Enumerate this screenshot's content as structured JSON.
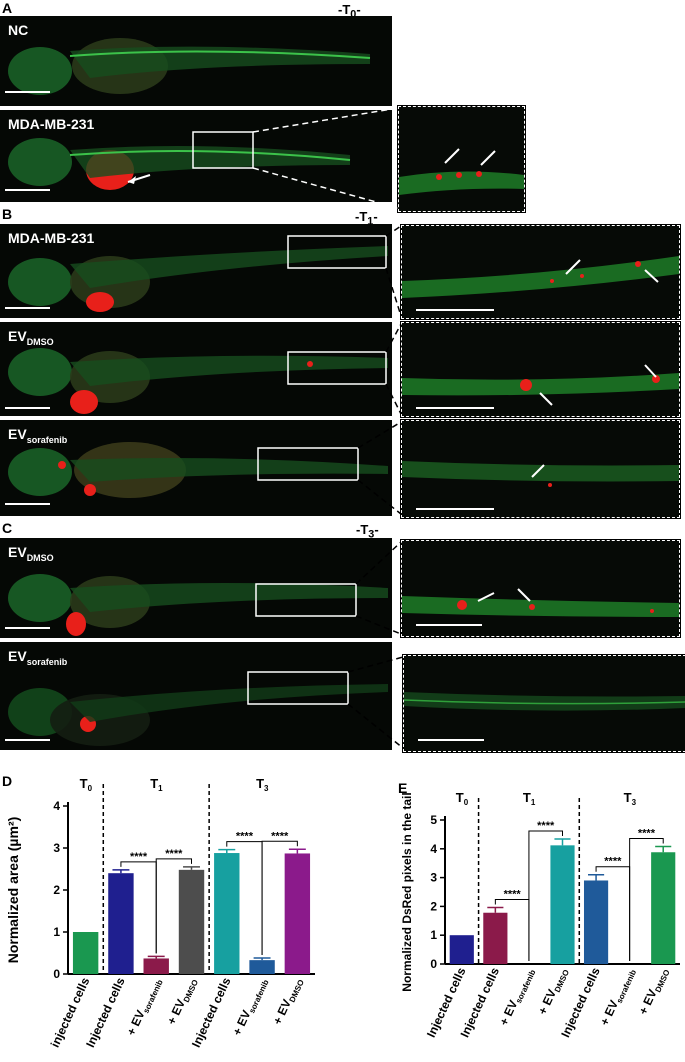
{
  "figure": {
    "panel_a": {
      "letter": "A",
      "time": "-T",
      "time_sub": "0",
      "time_end": "-",
      "rows": [
        {
          "label": "NC"
        },
        {
          "label": "MDA-MB-231"
        }
      ]
    },
    "panel_b": {
      "letter": "B",
      "time": "-T",
      "time_sub": "1",
      "time_end": "-",
      "rows": [
        {
          "label": "MDA-MB-231"
        },
        {
          "label": "EV",
          "sub": "DMSO"
        },
        {
          "label": "EV",
          "sub": "sorafenib"
        }
      ]
    },
    "panel_c": {
      "letter": "C",
      "time": "-T",
      "time_sub": "3",
      "time_end": "-",
      "rows": [
        {
          "label": "EV",
          "sub": "DMSO"
        },
        {
          "label": "EV",
          "sub": "sorafenib"
        }
      ]
    },
    "panel_d": {
      "letter": "D"
    },
    "panel_e": {
      "letter": "E"
    }
  },
  "chart_data": [
    {
      "type": "bar",
      "panel": "D",
      "ylabel": "Normalized area (µm²)",
      "ylim": [
        0,
        4
      ],
      "yticks": [
        0,
        1,
        2,
        3,
        4
      ],
      "groups": [
        {
          "label": "T",
          "sub": "0"
        },
        {
          "label": "T",
          "sub": "1"
        },
        {
          "label": "T",
          "sub": "3"
        }
      ],
      "categories": [
        {
          "main": "injected cells",
          "sub": ""
        },
        {
          "main": "Injected cells",
          "sub": ""
        },
        {
          "main": "+ EV",
          "sub": "sorafenib"
        },
        {
          "main": "+ EV",
          "sub": "DMSO"
        },
        {
          "main": "Injected cells",
          "sub": ""
        },
        {
          "main": "+ EV",
          "sub": "sorafenib"
        },
        {
          "main": "+ EV",
          "sub": "DMSO"
        }
      ],
      "values": [
        1.0,
        2.4,
        0.37,
        2.48,
        2.88,
        0.33,
        2.87
      ],
      "errors": [
        0,
        0.08,
        0.05,
        0.07,
        0.08,
        0.05,
        0.1
      ],
      "colors": [
        "#1a9850",
        "#1f1f8f",
        "#8b1a4a",
        "#4d4d4d",
        "#17a0a0",
        "#1f5a9a",
        "#8b1a8b"
      ],
      "significance": [
        {
          "from": 1,
          "to": 2,
          "label": "****"
        },
        {
          "from": 2,
          "to": 3,
          "label": "****"
        },
        {
          "from": 4,
          "to": 5,
          "label": "****"
        },
        {
          "from": 5,
          "to": 6,
          "label": "****"
        }
      ]
    },
    {
      "type": "bar",
      "panel": "E",
      "ylabel": "Normalized DsRed pixels in the tail",
      "ylim": [
        0,
        5
      ],
      "yticks": [
        0,
        1,
        2,
        3,
        4,
        5
      ],
      "groups": [
        {
          "label": "T",
          "sub": "0"
        },
        {
          "label": "T",
          "sub": "1"
        },
        {
          "label": "T",
          "sub": "3"
        }
      ],
      "categories": [
        {
          "main": "Injected cells",
          "sub": ""
        },
        {
          "main": "Injected cells",
          "sub": ""
        },
        {
          "main": "+ EV",
          "sub": "sorafenib"
        },
        {
          "main": "+ EV",
          "sub": "DMSO"
        },
        {
          "main": "Injected cells",
          "sub": ""
        },
        {
          "main": "+ EV",
          "sub": "sorafenib"
        },
        {
          "main": "+ EV",
          "sub": "DMSO"
        }
      ],
      "values": [
        1.0,
        1.78,
        0.0,
        4.12,
        2.9,
        0.0,
        3.88
      ],
      "errors": [
        0,
        0.18,
        0,
        0.22,
        0.2,
        0,
        0.2
      ],
      "colors": [
        "#1f1f8f",
        "#8b1a4a",
        "#000000",
        "#17a0a0",
        "#1f5a9a",
        "#000000",
        "#1a9850"
      ],
      "significance": [
        {
          "from": 1,
          "to": 2,
          "label": "****"
        },
        {
          "from": 2,
          "to": 3,
          "label": "****"
        },
        {
          "from": 4,
          "to": 5,
          "label": "****"
        },
        {
          "from": 5,
          "to": 6,
          "label": "****"
        }
      ]
    }
  ]
}
